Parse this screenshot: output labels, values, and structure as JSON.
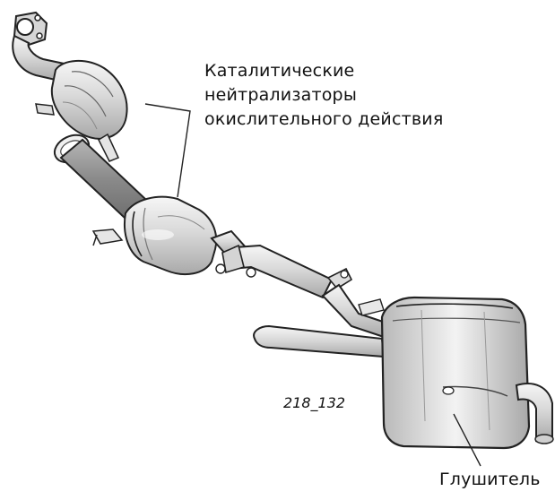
{
  "labels": {
    "catalyst_lines": [
      "Каталитические",
      "нейтрализаторы",
      "окислительного действия"
    ],
    "muffler": "Глушитель",
    "figure_number": "218_132"
  },
  "colors": {
    "outline": "#222222",
    "metal_light": "#e8e8e8",
    "metal_mid": "#c9c9c9",
    "metal_dark": "#8f8f8f",
    "text": "#111111"
  }
}
